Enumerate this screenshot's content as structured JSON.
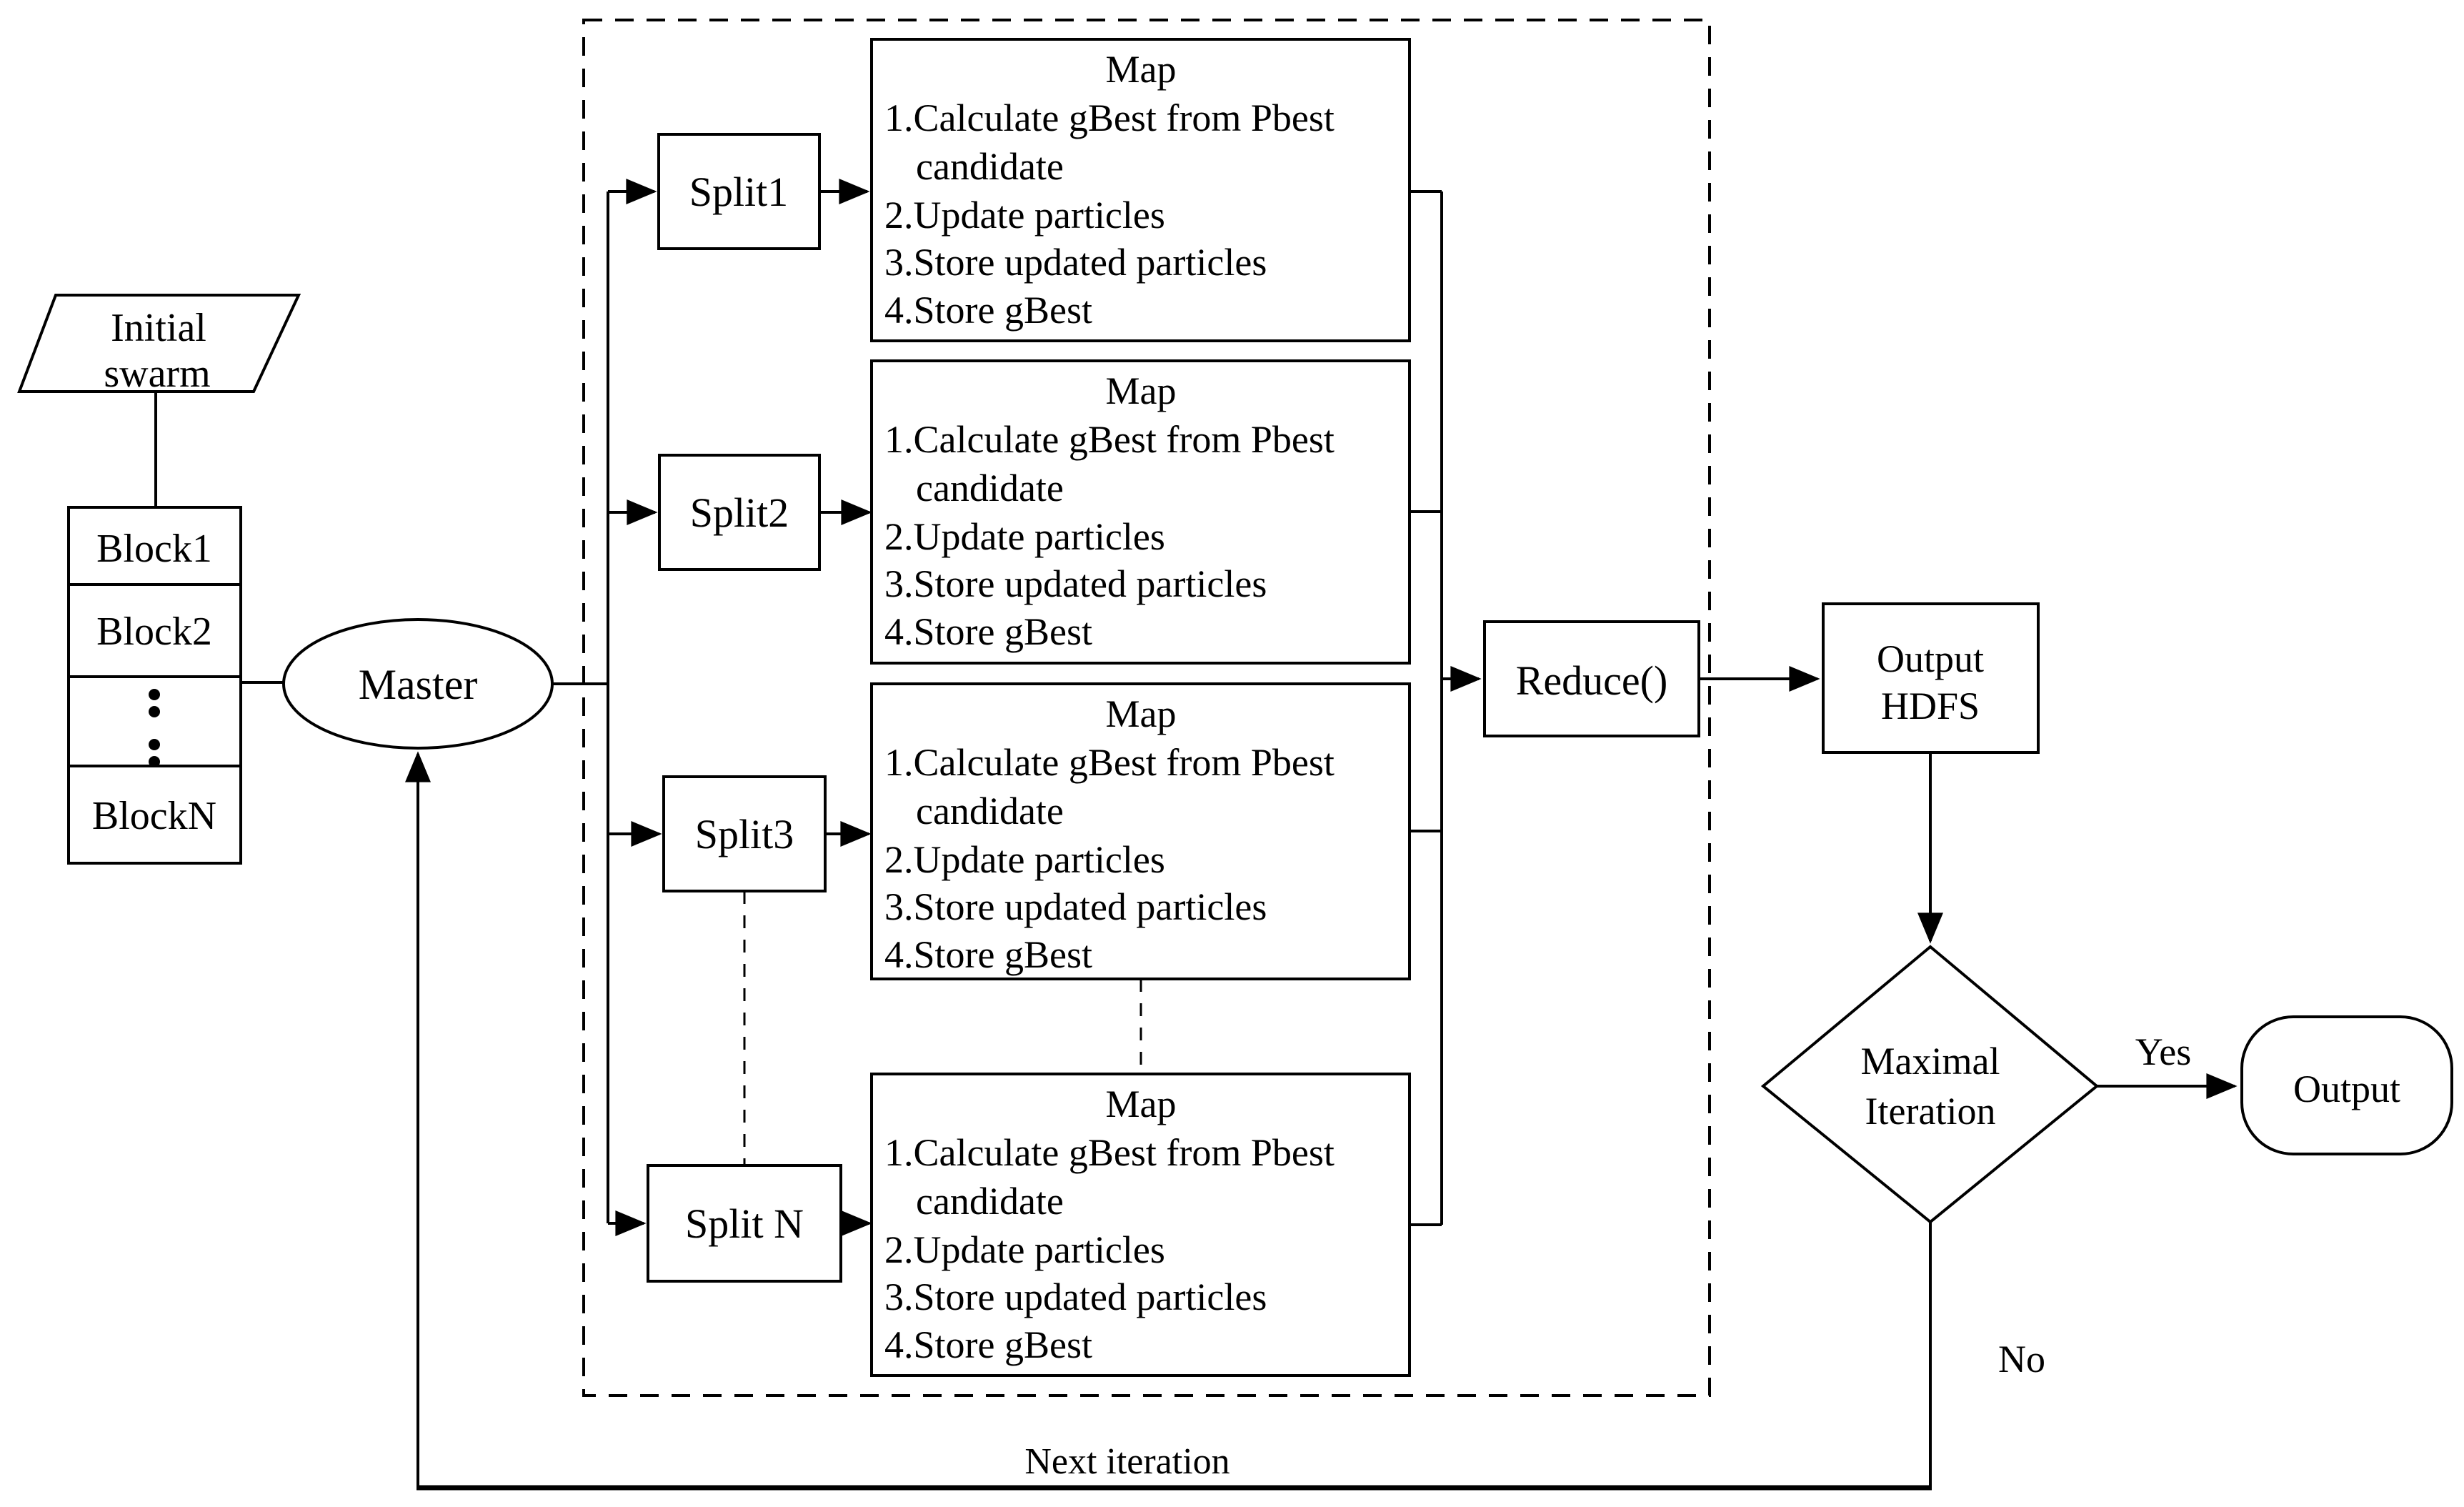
{
  "colors": {
    "ink": "#000000",
    "background": "#ffffff"
  },
  "diagram": {
    "initial_swarm": {
      "lines": [
        "Initial",
        "swarm"
      ]
    },
    "blocks": [
      "Block1",
      "Block2",
      "BlockN"
    ],
    "master": "Master",
    "splits": [
      "Split1",
      "Split2",
      "Split3",
      "Split N"
    ],
    "map_task": {
      "title": "Map",
      "steps": [
        "1.Calculate gBest from Pbest",
        "candidate",
        "2.Update particles",
        "3.Store updated particles",
        "4.Store gBest"
      ]
    },
    "reduce": "Reduce()",
    "output_hdfs": {
      "lines": [
        "Output",
        "HDFS"
      ]
    },
    "decision": {
      "lines": [
        "Maximal",
        "Iteration"
      ]
    },
    "output_terminal": "Output",
    "edge_labels": {
      "yes": "Yes",
      "no": "No",
      "next_iteration": "Next iteration"
    }
  }
}
